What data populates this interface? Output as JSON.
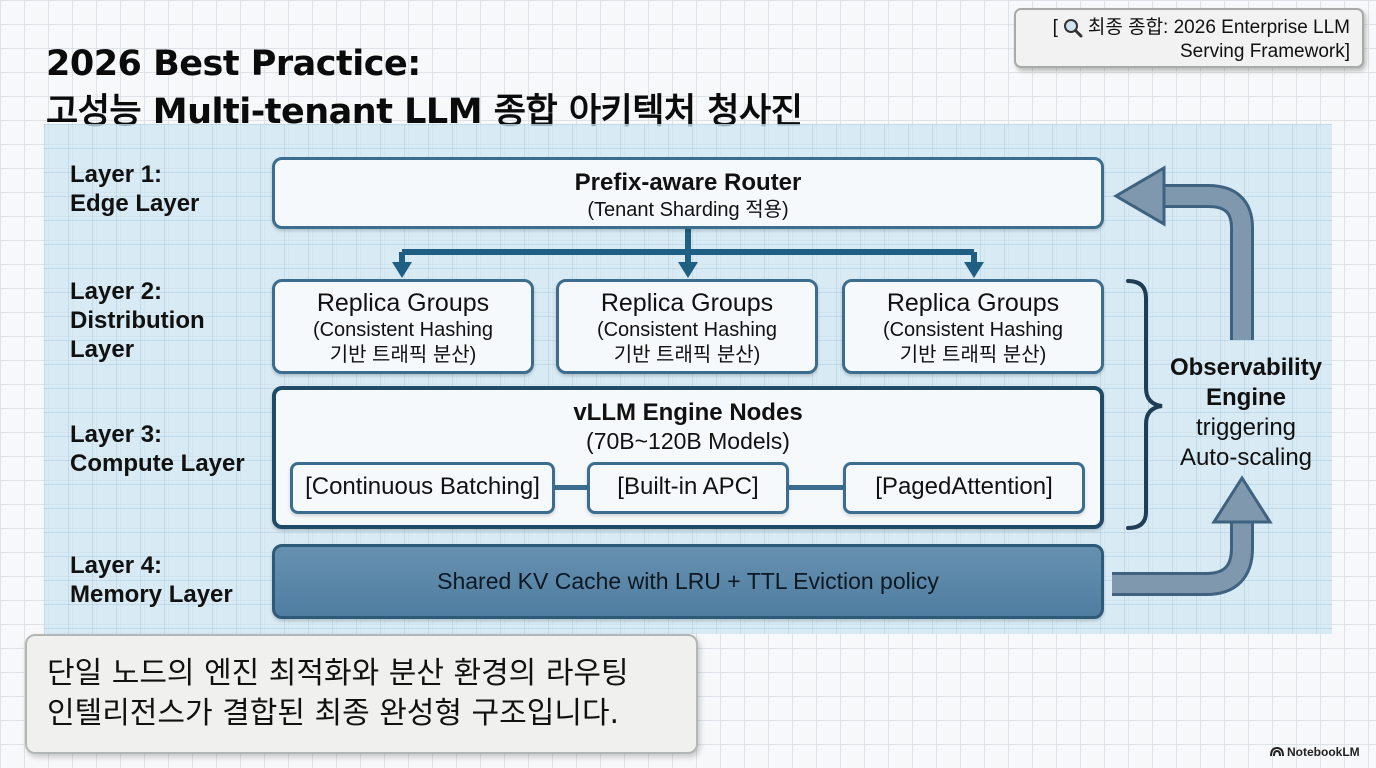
{
  "title": {
    "line1": "2026 Best Practice:",
    "line2": "고성능 Multi-tenant LLM 종합 아키텍처 청사진"
  },
  "tag": {
    "icon": "magnifier-icon",
    "open_bracket": "[",
    "line1": "최종 종합: 2026 Enterprise LLM",
    "line2": "Serving Framework]"
  },
  "layers": {
    "l1": {
      "num": "Layer 1:",
      "name": "Edge Layer"
    },
    "l2": {
      "num": "Layer 2:",
      "name1": "Distribution",
      "name2": "Layer"
    },
    "l3": {
      "num": "Layer 3:",
      "name": "Compute Layer"
    },
    "l4": {
      "num": "Layer 4:",
      "name": "Memory Layer"
    }
  },
  "router": {
    "title": "Prefix-aware Router",
    "subtitle": "(Tenant Sharding 적용)"
  },
  "replicas": [
    {
      "title": "Replica Groups",
      "line1": "(Consistent Hashing",
      "line2": "기반 트래픽 분산)"
    },
    {
      "title": "Replica Groups",
      "line1": "(Consistent Hashing",
      "line2": "기반 트래픽 분산)"
    },
    {
      "title": "Replica Groups",
      "line1": "(Consistent Hashing",
      "line2": "기반 트래픽 분산)"
    }
  ],
  "engine": {
    "title": "vLLM Engine Nodes",
    "subtitle": "(70B~120B Models)",
    "features": [
      "[Continuous Batching]",
      "[Built-in APC]",
      "[PagedAttention]"
    ]
  },
  "memory": {
    "label": "Shared KV Cache with LRU + TTL Eviction policy"
  },
  "observability": {
    "line1": "Observability",
    "line2": "Engine",
    "line3": "triggering",
    "line4": "Auto-scaling"
  },
  "summary": {
    "line1": "단일 노드의 엔진 최적화와 분산 환경의 라우팅",
    "line2": "인텔리전스가 결합된 최종 완성형 구조입니다."
  },
  "watermark": {
    "icon": "notebooklm-logo-icon",
    "text": "NotebookLM"
  },
  "colors": {
    "accent": "#3d6d8e",
    "accent_dark": "#1f4a68",
    "memory_fill": "#5a87a8",
    "arrow_fill": "#7f98ad",
    "panel_bg": "#cde6f2"
  }
}
